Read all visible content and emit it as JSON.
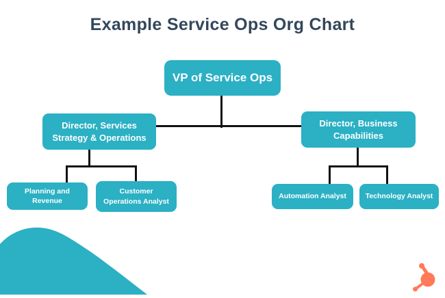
{
  "title": "Example Service Ops Org Chart",
  "colors": {
    "teal": "#2bb0c4",
    "navy": "#33475b",
    "line": "#111111",
    "orange": "#ff7a59"
  },
  "nodes": {
    "vp": "VP of Service Ops",
    "director_left": "Director, Services Strategy & Operations",
    "director_right": "Director, Business Capabilities",
    "child_left_1": "Planning and Revenue",
    "child_left_2": "Customer Operations Analyst",
    "child_right_1": "Automation Analyst",
    "child_right_2": "Technology Analyst"
  },
  "icons": {
    "blob": "teal-wave-blob",
    "logo": "hubspot-sprocket-logo"
  }
}
